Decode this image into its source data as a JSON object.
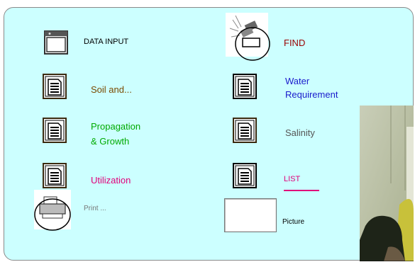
{
  "colors": {
    "panel_bg": "#ccffff",
    "soil": "#7a4a00",
    "water": "#1a1acc",
    "propagation": "#00aa00",
    "salinity": "#555555",
    "utilization": "#e0007a",
    "list": "#e0007a",
    "find": "#990000"
  },
  "menu": {
    "data_input": {
      "label": "DATA INPUT",
      "icon": "window-icon"
    },
    "find": {
      "label": "FIND",
      "icon": "binoculars-icon"
    },
    "soil": {
      "label": "Soil and...",
      "icon": "document-icon"
    },
    "water": {
      "line1": "Water",
      "line2": "Requirement",
      "icon": "document-icon"
    },
    "propagation": {
      "line1": "Propagation",
      "line2": "& Growth",
      "icon": "document-icon"
    },
    "salinity": {
      "label": "Salinity",
      "icon": "document-icon"
    },
    "utilization": {
      "label": "Utilization",
      "icon": "document-icon"
    },
    "list": {
      "label": "LIST",
      "icon": "document-icon"
    },
    "print": {
      "label": "Print ...",
      "icon": "printer-icon"
    },
    "picture": {
      "label": "Picture",
      "icon": "picture-frame-icon"
    }
  }
}
